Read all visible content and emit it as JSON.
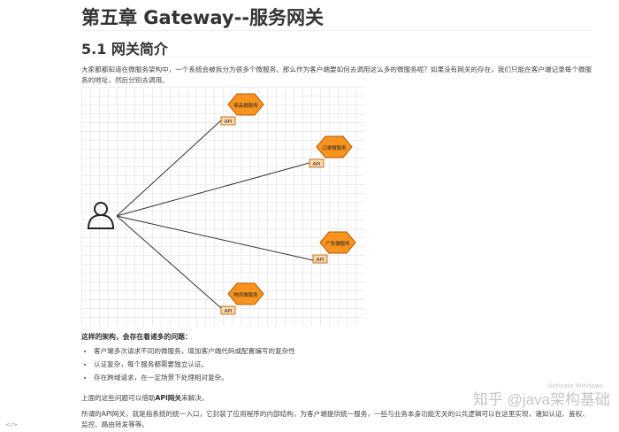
{
  "chapter_title": "第五章 Gateway--服务网关",
  "section_title": "5.1 网关简介",
  "intro_text": "大家都都知道在微服务架构中，一个系统会被拆分为很多个微服务。那么作为客户端要如何去调用这么多的微服务呢？如果没有网关的存在，我们只能在客户端记录每个微服务的地址，然后分别去调用。",
  "diagram": {
    "client_icon": "user-icon",
    "services": [
      {
        "name": "商品微服务",
        "api": "API"
      },
      {
        "name": "订单微服务",
        "api": "API"
      },
      {
        "name": "广告微服务",
        "api": "API"
      },
      {
        "name": "物流微服务",
        "api": "API"
      }
    ],
    "colors": {
      "hexagon": "#f7931e",
      "hexagon_border": "#b35d00",
      "api_box": "#fdd7a8"
    }
  },
  "problems_heading": "这样的架构，会存在着诸多的问题：",
  "problems": [
    "客户端多次请求不同的微服务，增加客户端代码或配置编写的复杂性",
    "认证复杂，每个服务都需要独立认证。",
    "存在跨域请求，在一定场景下处理相对复杂。"
  ],
  "solution_prefix": "上面的这些问题可以借助",
  "solution_bold": "API网关",
  "solution_suffix": "来解决。",
  "gateway_text": "所谓的API网关，就是指系统的统一入口，它封装了应用程序的内部结构，为客户端提供统一服务，一些与业务本身功能无关的公共逻辑可以在这里实现，诸如认证、鉴权、监控、路由转发等等。",
  "watermark": "知乎 @java架构基础",
  "watermark_sub": "Activate Windows",
  "corner_mark": "</>"
}
